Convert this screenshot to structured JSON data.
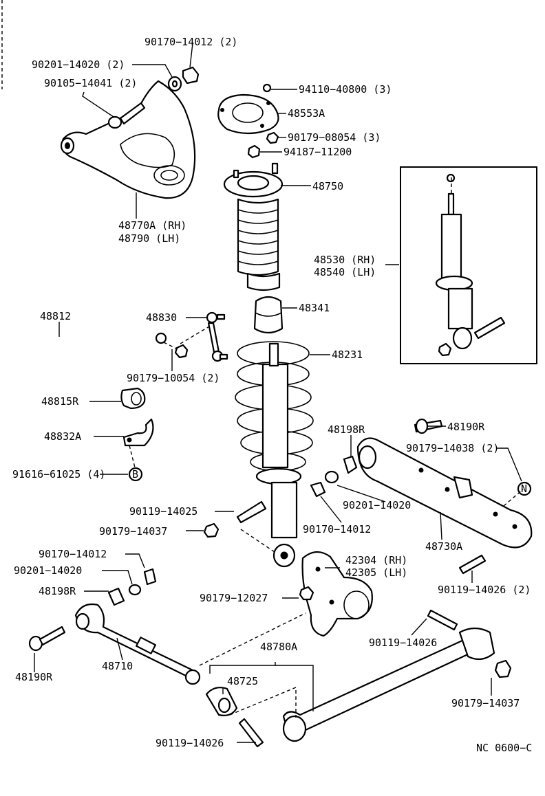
{
  "labels": {
    "p90170_14012_2": "90170−14012 (2)",
    "p90201_14020_2": "90201−14020 (2)",
    "p90105_14041_2": "90105−14041 (2)",
    "p94110_40800_3": "94110−40800 (3)",
    "p48553A": "48553A",
    "p90179_08054_3": "90179−08054 (3)",
    "p94187_11200": "94187−11200",
    "p48750": "48750",
    "p48770A_RH": "48770A (RH)",
    "p48790_LH": "48790 (LH)",
    "p48530_RH": "48530 (RH)",
    "p48540_LH": "48540 (LH)",
    "p48341": "48341",
    "p48812": "48812",
    "p48830": "48830",
    "p48231": "48231",
    "p90179_10054_2": "90179−10054 (2)",
    "p48815R": "48815R",
    "p48198R_top": "48198R",
    "p48190R_top": "48190R",
    "p48832A": "48832A",
    "p90179_14038_2": "90179−14038 (2)",
    "p91616_61025_4": "91616−61025 (4)",
    "ref_B": "B",
    "ref_N": "N",
    "p90119_14025": "90119−14025",
    "p90201_14020_mid": "90201−14020",
    "p90179_14037_left": "90179−14037",
    "p90170_14012_mid": "90170−14012",
    "p48730A": "48730A",
    "p90170_14012_left": "90170−14012",
    "p42304_RH": "42304 (RH)",
    "p42305_LH": "42305 (LH)",
    "p90201_14020_left": "90201−14020",
    "p48198R_left": "48198R",
    "p90119_14026_2": "90119−14026 (2)",
    "p90179_12027": "90179−12027",
    "p48780A": "48780A",
    "p90119_14026_right": "90119−14026",
    "p48710": "48710",
    "p48190R_bottom": "48190R",
    "p48725": "48725",
    "p90179_14037_right": "90179−14037",
    "p90119_14026_bottom": "90119−14026",
    "diagram_code": "NC 0600−C"
  }
}
